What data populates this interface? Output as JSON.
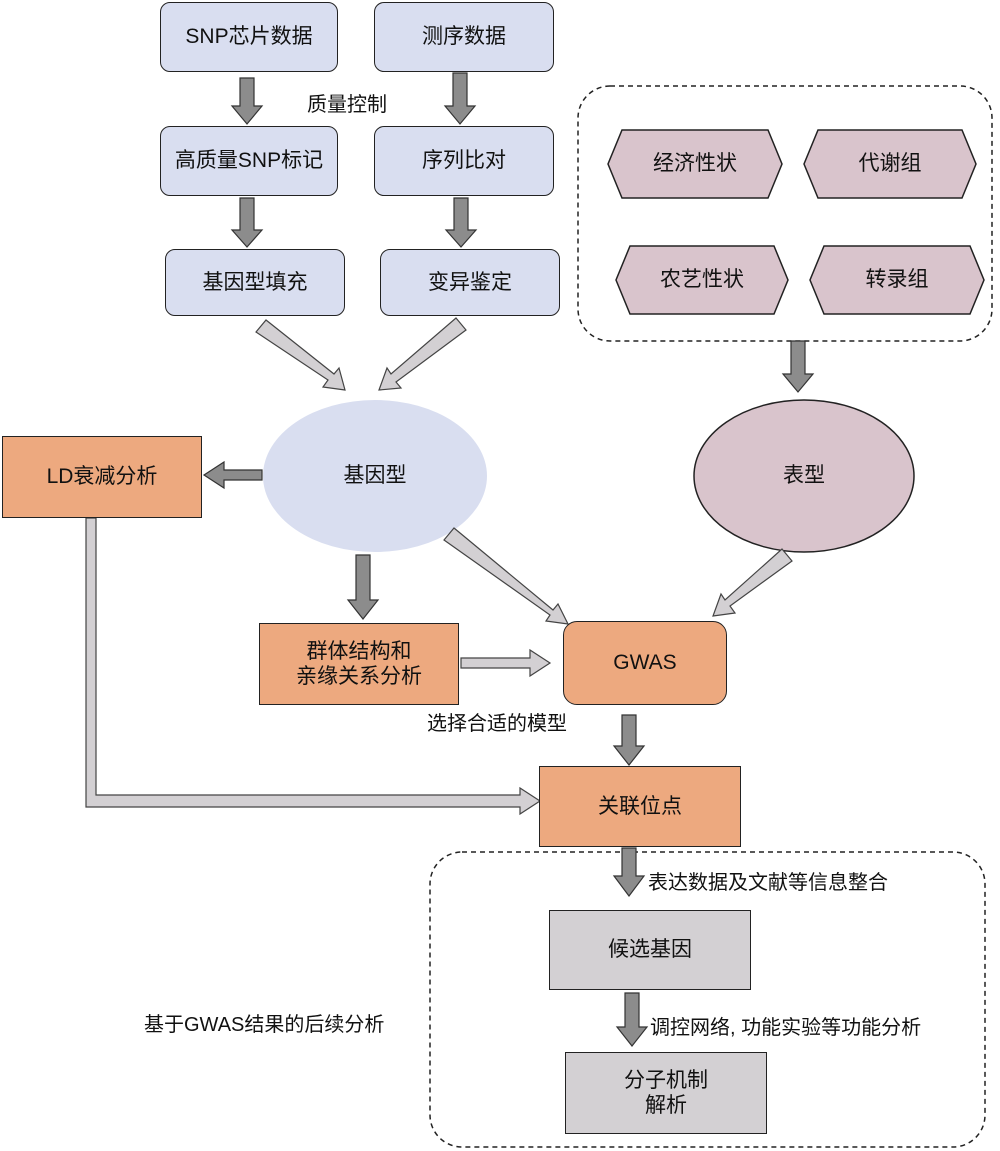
{
  "nodes": {
    "snp_chip": "SNP芯片数据",
    "seq_data": "测序数据",
    "hq_snp": "高质量SNP标记",
    "seq_align": "序列比对",
    "imputation": "基因型填充",
    "variant_call": "变异鉴定",
    "genotype": "基因型",
    "phenotype": "表型",
    "ld": "LD衰减分析",
    "pop_structure_1": "群体结构和",
    "pop_structure_2": "亲缘关系分析",
    "gwas": "GWAS",
    "assoc_loci": "关联位点",
    "candidate": "候选基因",
    "mechanism_1": "分子机制",
    "mechanism_2": "解析",
    "econ_trait": "经济性状",
    "metabolome": "代谢组",
    "agro_trait": "农艺性状",
    "transcriptome": "转录组"
  },
  "labels": {
    "qc": "质量控制",
    "model": "选择合适的模型",
    "integration": "表达数据及文献等信息整合",
    "functional": "调控网络, 功能实验等功能分析",
    "followup": "基于GWAS结果的后续分析"
  },
  "colors": {
    "blue": "#d9def0",
    "orange": "#eda97f",
    "mauve": "#d9c4cc",
    "gray": "#d3d0d3",
    "arrow_dark": "#8c8c8c",
    "arrow_light": "#d3d0d3"
  }
}
